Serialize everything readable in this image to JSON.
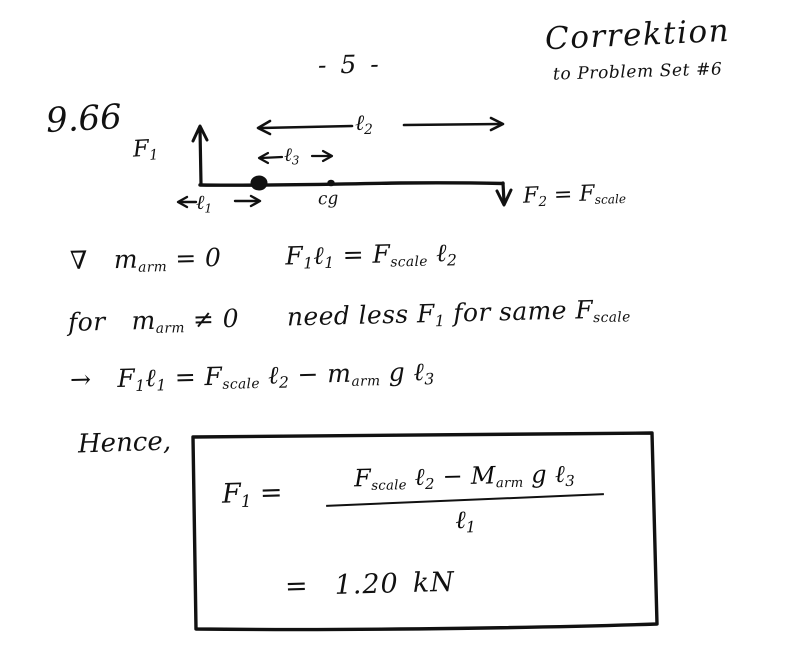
{
  "header": {
    "correction_title": "Correktion",
    "correction_subtitle": "to Problem Set #6",
    "page_number": "- 5 -",
    "problem_number": "9.66"
  },
  "diagram": {
    "force1_label": "F",
    "force1_sub": "1",
    "force2_label": "F",
    "force2_sub": "2",
    "force2_equals": " = F",
    "force2_scale_sub": "scale",
    "length1_label": "ℓ",
    "length1_sub": "1",
    "length2_label": "ℓ",
    "length2_sub": "2",
    "length3_label": "ℓ",
    "length3_sub": "3",
    "cg_label": "cg",
    "ink_color": "#111111"
  },
  "work": {
    "line1": {
      "if_symbol": "∇",
      "condition": "m",
      "condition_sub": "arm",
      "condition_value": " = 0",
      "equation_left": "F",
      "equation_left_sub": "1",
      "equation_left_len": "ℓ",
      "equation_left_len_sub": "1",
      "equation_eq": " = F",
      "equation_scale_sub": "scale",
      "equation_right_len": " ℓ",
      "equation_right_len_sub": "2"
    },
    "line2": {
      "for_text": "for",
      "mass": "m",
      "mass_sub": "arm",
      "mass_value": " ≠ 0",
      "statement": "need less F",
      "statement_sub": "1",
      "statement_tail": " for same F",
      "statement_tail_sub": "scale"
    },
    "line3": {
      "arrow": "→",
      "lhs_f": "F",
      "lhs_f_sub": "1",
      "lhs_l": "ℓ",
      "lhs_l_sub": "1",
      "eq": " = F",
      "scale_sub": "scale",
      "l2": " ℓ",
      "l2_sub": "2",
      "minus": " − m",
      "marm_sub": "arm",
      "g_term": " g ℓ",
      "l3_sub": "3"
    },
    "hence": "Hence,"
  },
  "answer": {
    "result_var": "F",
    "result_var_sub": "1",
    "equals": " =",
    "numerator_f": "F",
    "numerator_f_sub": "scale",
    "numerator_l2": " ℓ",
    "numerator_l2_sub": "2",
    "numerator_minus": " − M",
    "numerator_m_sub": "arm",
    "numerator_g": " g ℓ",
    "numerator_l3_sub": "3",
    "denominator": "ℓ",
    "denominator_sub": "1",
    "final_equals": "=",
    "final_value": "1.20",
    "final_unit": "kN"
  }
}
